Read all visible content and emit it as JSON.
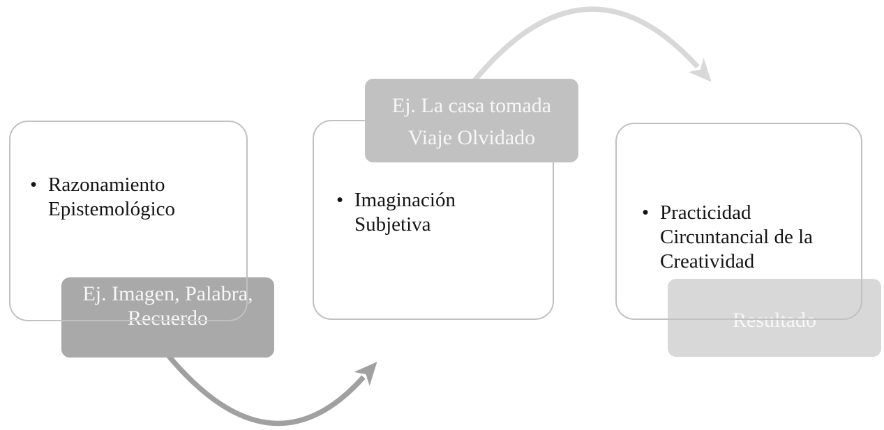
{
  "colors": {
    "background": "#ffffff",
    "box_border": "#c1c1c1",
    "box_text": "#141414",
    "label_text": "#f7f7f7",
    "label1_bg": "#a9a9a9",
    "label2_bg": "#c1c1c1",
    "label3_bg": "#d8d8d8",
    "arrow_dark": "#a0a0a0",
    "arrow_light": "#d8d8d8"
  },
  "boxes": [
    {
      "bullet": "•",
      "lines": [
        "Razonamiento",
        "Epistemológico"
      ]
    },
    {
      "bullet": "•",
      "lines": [
        "Imaginación",
        "Subjetiva"
      ]
    },
    {
      "bullet": "•",
      "lines": [
        "Practicidad",
        "Circuntancial de la",
        "Creatividad"
      ]
    }
  ],
  "labels": [
    {
      "lines": [
        "Ej. Imagen, Palabra,",
        "Recuerdo"
      ]
    },
    {
      "lines": [
        "Ej. La casa tomada",
        "Viaje Olvidado"
      ]
    },
    {
      "lines": [
        "Resultado"
      ]
    }
  ]
}
